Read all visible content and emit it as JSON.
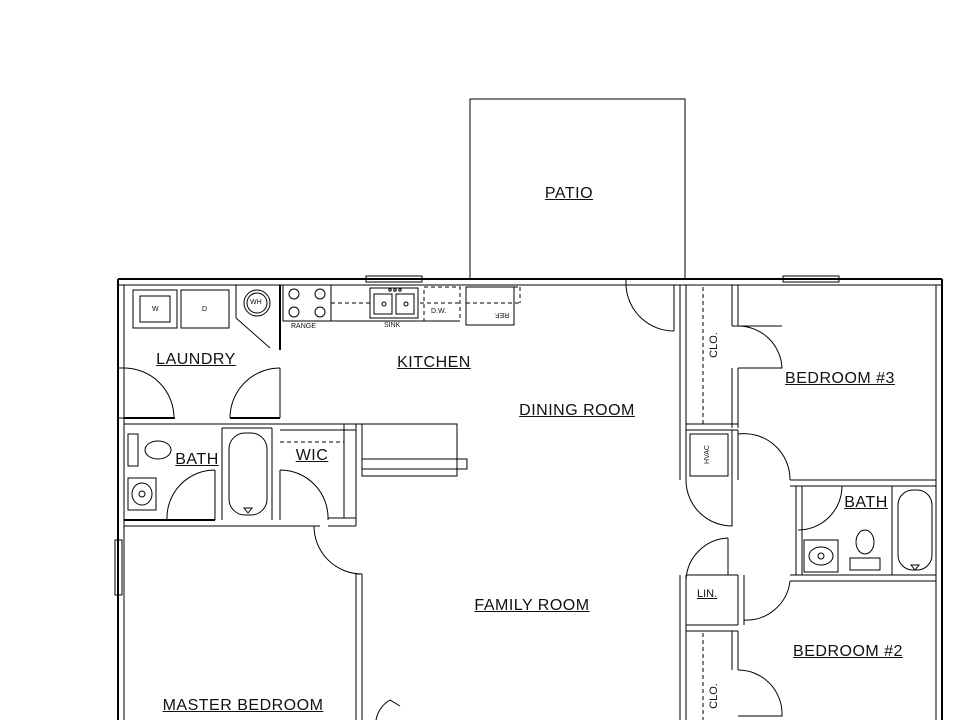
{
  "rooms": {
    "patio": "PATIO",
    "kitchen": "KITCHEN",
    "laundry": "LAUNDRY",
    "dining_room": "DINING ROOM",
    "bedroom_3": "BEDROOM #3",
    "bath_left": "BATH",
    "wic": "WIC",
    "bath_right": "BATH",
    "family_room": "FAMILY ROOM",
    "bedroom_2": "BEDROOM #2",
    "master_bedroom": "MASTER BEDROOM"
  },
  "fixtures": {
    "washer": "W",
    "dryer": "D",
    "water_heater": "WH",
    "range": "RANGE",
    "sink": "SINK",
    "dishwasher": "D.W.",
    "refrigerator": "REF.",
    "hvac": "HVAC",
    "closet_top": "CLO.",
    "closet_bottom": "CLO.",
    "linen": "LIN."
  }
}
